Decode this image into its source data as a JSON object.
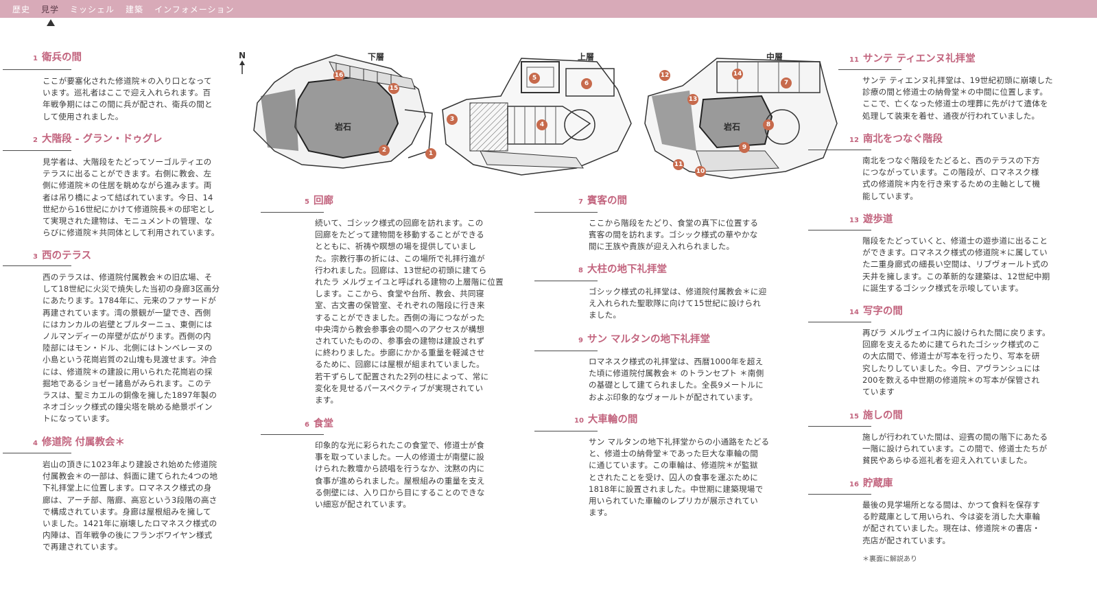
{
  "nav": {
    "items": [
      "歴史",
      "見学",
      "ミッシェル",
      "建築",
      "インフォメーション"
    ],
    "active_index": 1
  },
  "maps": {
    "north": "N",
    "lower": {
      "title": "下層",
      "rock": "岩石",
      "markers": [
        "16",
        "15",
        "2",
        "1"
      ]
    },
    "upper": {
      "title": "上層",
      "markers": [
        "5",
        "6",
        "3",
        "4"
      ]
    },
    "middle": {
      "title": "中層",
      "rock": "岩石",
      "markers": [
        "12",
        "14",
        "7",
        "13",
        "8",
        "9",
        "11",
        "10"
      ]
    }
  },
  "sections": [
    {
      "num": "1",
      "title": "衛兵の間",
      "body": "ここが要塞化された修道院＊の入り口となって\nいます。巡礼者はここで迎え入れられます。百\n年戦争期にはこの間に兵が配され、衛兵の間と\nして使用されました。"
    },
    {
      "num": "2",
      "title": "大階段 - グラン・ドゥグレ",
      "body": "見学者は、大階段をたどってソーゴルティエの\nテラスに出ることができます。右側に教会、左\n側に修道院＊の住居を眺めながら進みます。両\n者は吊り橋によって結ばれています。今日、14\n世紀から16世紀にかけて修道院長＊の邸宅とし\nて実現された建物は、モニュメントの管理、な\nらびに修道院＊共同体として利用されています。"
    },
    {
      "num": "3",
      "title": "西のテラス",
      "body": "西のテラスは、修道院付属教会＊の旧広場、そ\nして18世紀に火災で焼失した当初の身廊3区画分\nにあたります。1784年に、元来のファサードが\n再建されています。湾の景観が一望でき、西側\nにはカンカルの岩壁とブルターニュ、東側には\nノルマンディーの岸壁が広がります。西側の内\n陸部にはモン・ドル、北側にはトンベレーヌの\n小島という花崗岩質の2山塊も見渡せます。沖合\nには、修道院＊の建設に用いられた花崗岩の採\n掘地であるショゼー諸島がみられます。このテ\nラスは、聖ミカエルの銅像を擁した1897年製の\nネオゴシック様式の鐘尖塔を眺める絶景ポイン\nトになっています。"
    },
    {
      "num": "4",
      "title": "修道院 付属教会＊",
      "body": "岩山の頂きに1023年より建設され始めた修道院\n付属教会＊の一部は、斜面に建てられた4つの地\n下礼拝堂上に位置します。ロマネスク様式の身\n廊は、アーチ部、階廊、高窓という3段階の高さ\nで構成されています。身廊は屋根組みを擁して\nいました。1421年に崩壊したロマネスク様式の\n内陣は、百年戦争の後にフランボワイヤン様式\nで再建されています。"
    },
    {
      "num": "5",
      "title": "回廊",
      "body": "続いて、ゴシック様式の回廊を訪れます。この\n回廊をたどって建物間を移動することができる\nとともに、祈祷や瞑想の場を提供していまし\nた。宗教行事の折には、この場所で礼拝行進が\n行われました。回廊は、13世紀の初頭に建てら\nれたラ メルヴェイユと呼ばれる建物の上層階に位置\nします。ここから、食堂や台所、教会、共同寝\n室、古文書の保管室、それぞれの階段に行き来\nすることができました。西側の海につながった\n中央湾から教会参事会の間へのアクセスが構想\nされていたものの、参事会の建物は建設されず\nに終わりました。歩廊にかかる重量を軽減させ\nるために、回廊には屋根が組まれていました。\n若干ずらして配置された2列の柱によって、常に\n変化を見せるパースペクティブが実現されてい\nます。"
    },
    {
      "num": "6",
      "title": "食堂",
      "body": "印象的な光に彩られたこの食堂で、修道士が食\n事を取っていました。一人の修道士が南壁に設\nけられた教壇から読唱を行うなか、沈黙の内に\n食事が進められました。屋根組みの重量を支え\nる側壁には、入り口から目にすることのできな\nい細窓が配されています。"
    },
    {
      "num": "7",
      "title": "賓客の間",
      "body": "ここから階段をたどり、食堂の真下に位置する\n賓客の間を訪れます。ゴシック様式の華やかな\n間に王族や貴族が迎え入れられました。"
    },
    {
      "num": "8",
      "title": "大柱の地下礼拝堂",
      "body": "ゴシック様式の礼拝堂は、修道院付属教会＊に迎\nえ入れられた聖歌隊に向けて15世紀に設けられ\nました。"
    },
    {
      "num": "9",
      "title": "サン マルタンの地下礼拝堂",
      "body": "ロマネスク様式の礼拝堂は、西暦1000年を超え\nた頃に修道院付属教会＊ のトランセプト ＊南側\nの基礎として建てられました。全長9メートルに\nおよぶ印象的なヴォールトが配されています。"
    },
    {
      "num": "10",
      "title": "大車輪の間",
      "body": "サン マルタンの地下礼拝堂からの小通路をたどる\nと、修道士の納骨堂＊であった巨大な車輪の間\nに通じています。この車輪は、修道院＊が監獄\nとされたことを受け、囚人の食事を運ぶために\n1818年に設置されました。中世期に建築現場で\n用いられていた車輪のレプリカが展示されてい\nます。"
    },
    {
      "num": "11",
      "title": "サンテ ティエンヌ礼拝堂",
      "body": "サンテ ティエンヌ礼拝堂は、19世紀初頭に崩壊した\n診療の間と修道士の納骨堂＊の中間に位置します。\nここで、亡くなった修道士の埋葬に先がけて遺体を\n処理して装束を着せ、通夜が行われていました。"
    },
    {
      "num": "12",
      "title": "南北をつなぐ階段",
      "body": "南北をつなぐ階段をたどると、西のテラスの下方\nにつながっています。この階段が、ロマネスク様\n式の修道院＊内を行き来するための主軸として機\n能しています。"
    },
    {
      "num": "13",
      "title": "遊歩道",
      "body": "階段をたどっていくと、修道士の遊歩道に出ること\nができます。ロマネスク様式の修道院＊に属してい\nた二重身廊式の細長い空間は、リブヴォールト式の\n天井を擁します。この革新的な建築は、12世紀中期\nに誕生するゴシック様式を示唆しています。"
    },
    {
      "num": "14",
      "title": "写字の間",
      "body": "再びラ メルヴェイユ内に設けられた間に戻ります。\n回廊を支えるために建てられたゴシック様式のこ\nの大広間で、修道士が写本を行ったり、写本を研\n究したりしていました。今日、アヴランシュには\n200を数える中世期の修道院＊の写本が保管され\nています"
    },
    {
      "num": "15",
      "title": "施しの間",
      "body": "施しが行われていた間は、迎賓の間の階下にあたる\n一階に設けられています。この間で、修道士たちが\n貧民やあらゆる巡礼者を迎え入れていました。"
    },
    {
      "num": "16",
      "title": "貯蔵庫",
      "body": "最後の見学場所となる間は、かつて食料を保存す\nる貯蔵庫として用いられ、今は姿を消した大車輪\nが配されていました。現在は、修道院＊の書店・\n売店が配されています。"
    }
  ],
  "footnote": "＊裏面に解説あり",
  "colors": {
    "nav_bg": "#d8aab8",
    "heading": "#c2647e",
    "marker": "#c76a4c"
  }
}
